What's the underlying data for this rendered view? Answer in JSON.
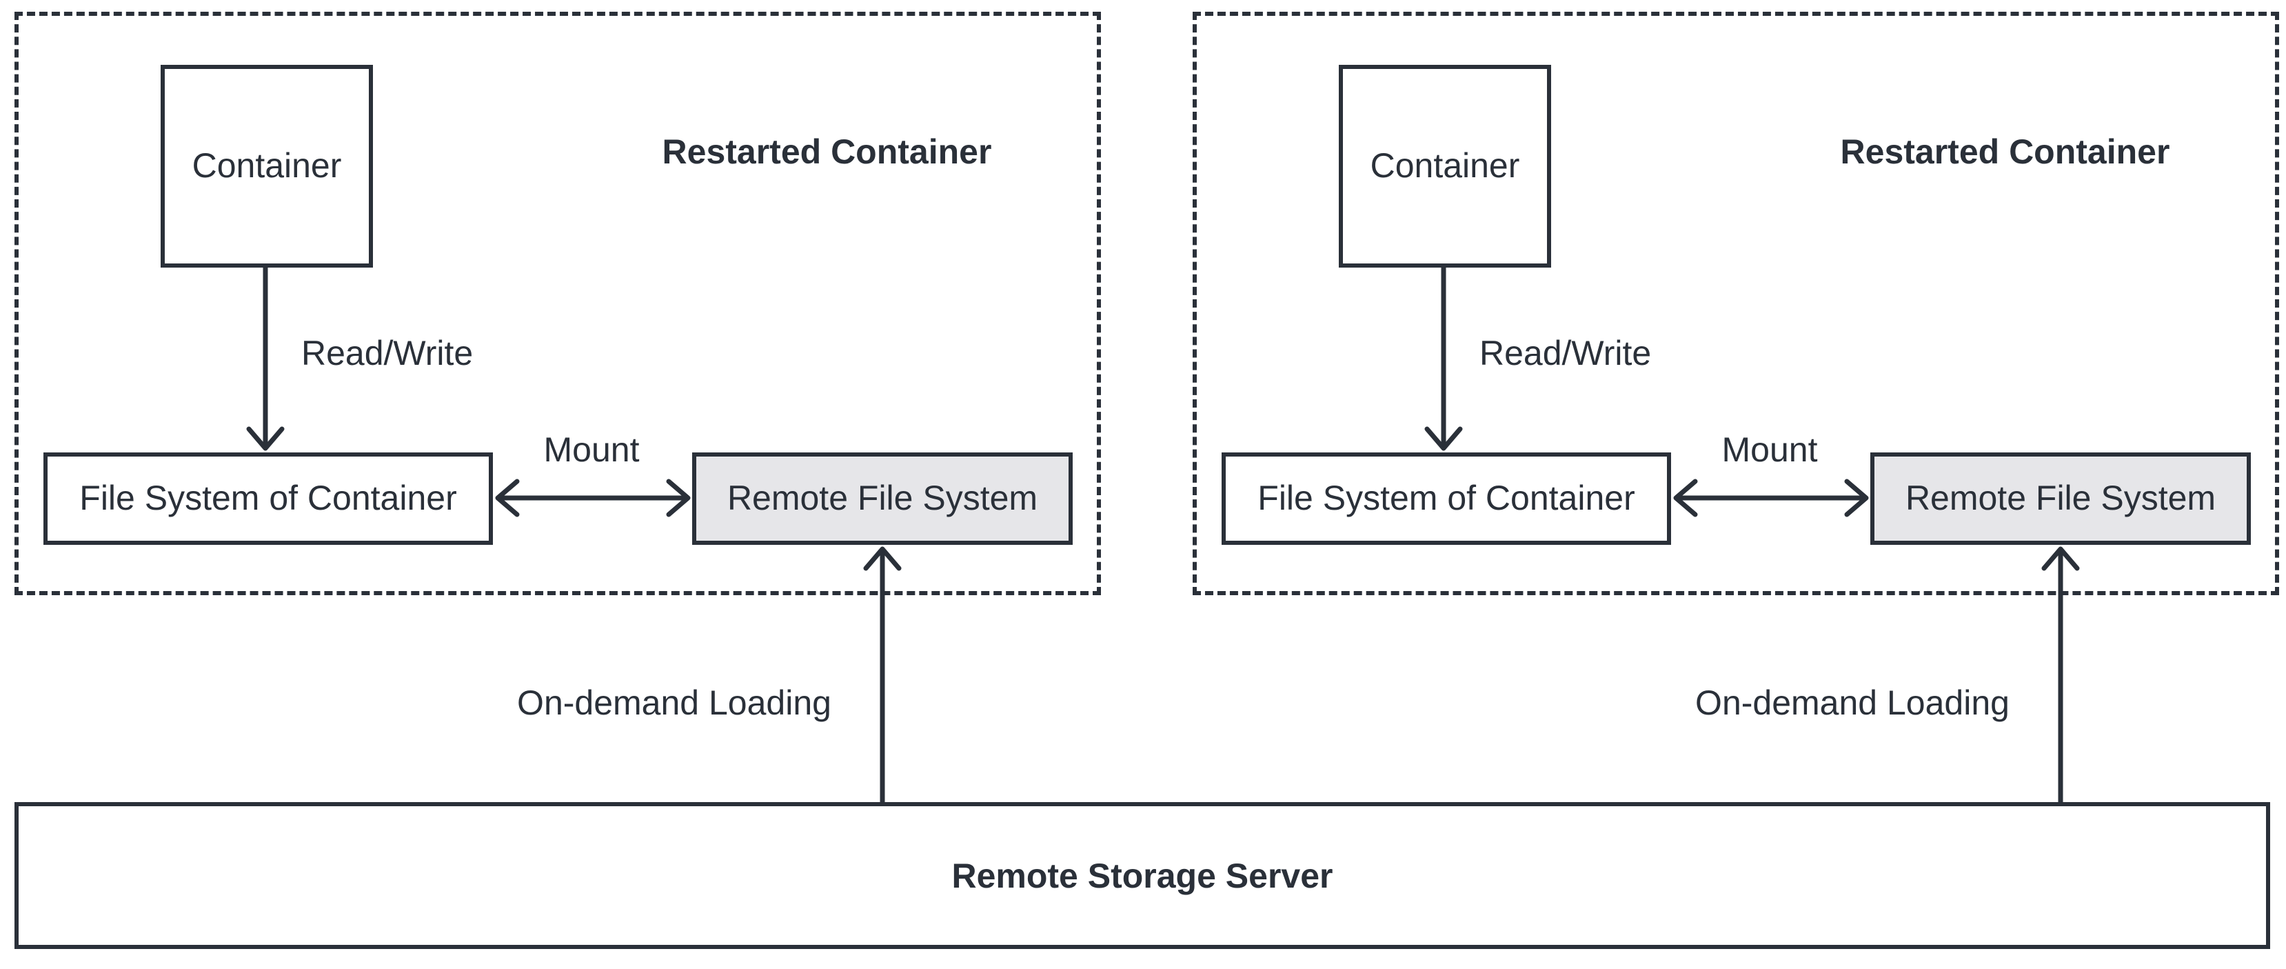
{
  "diagram": {
    "panels": [
      {
        "title": "Restarted Container",
        "container_label": "Container",
        "read_write_label": "Read/Write",
        "fs_label": "File System of Container",
        "mount_label": "Mount",
        "remote_fs_label": "Remote File System",
        "on_demand_label": "On-demand Loading"
      },
      {
        "title": "Restarted Container",
        "container_label": "Container",
        "read_write_label": "Read/Write",
        "fs_label": "File System of Container",
        "mount_label": "Mount",
        "remote_fs_label": "Remote File System",
        "on_demand_label": "On-demand Loading"
      }
    ],
    "storage_server_label": "Remote Storage Server",
    "colors": {
      "ink": "#2a3039",
      "node_fill": "#ffffff",
      "remote_fill": "#e6e6e9",
      "background": "#ffffff"
    }
  }
}
